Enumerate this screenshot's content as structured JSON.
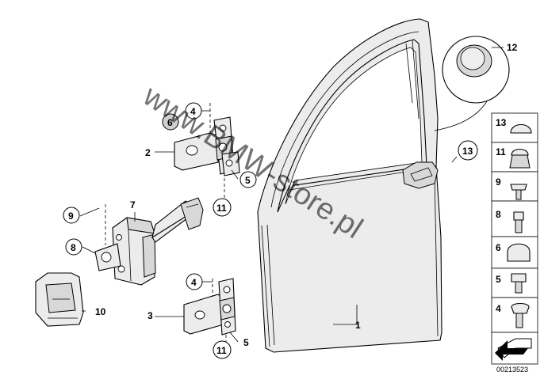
{
  "watermark": "www.BMW-store.pl",
  "doc_number": "00213523",
  "callouts": {
    "n1": "1",
    "n2": "2",
    "n3": "3",
    "n4a": "4",
    "n4b": "4",
    "n5a": "5",
    "n5b": "5",
    "n6": "6",
    "n7": "7",
    "n8": "8",
    "n9": "9",
    "n10": "10",
    "n11a": "11",
    "n11b": "11",
    "n12": "12",
    "n13": "13"
  },
  "sidebar_items": [
    "13",
    "11",
    "9",
    "8",
    "6",
    "5",
    "4"
  ]
}
